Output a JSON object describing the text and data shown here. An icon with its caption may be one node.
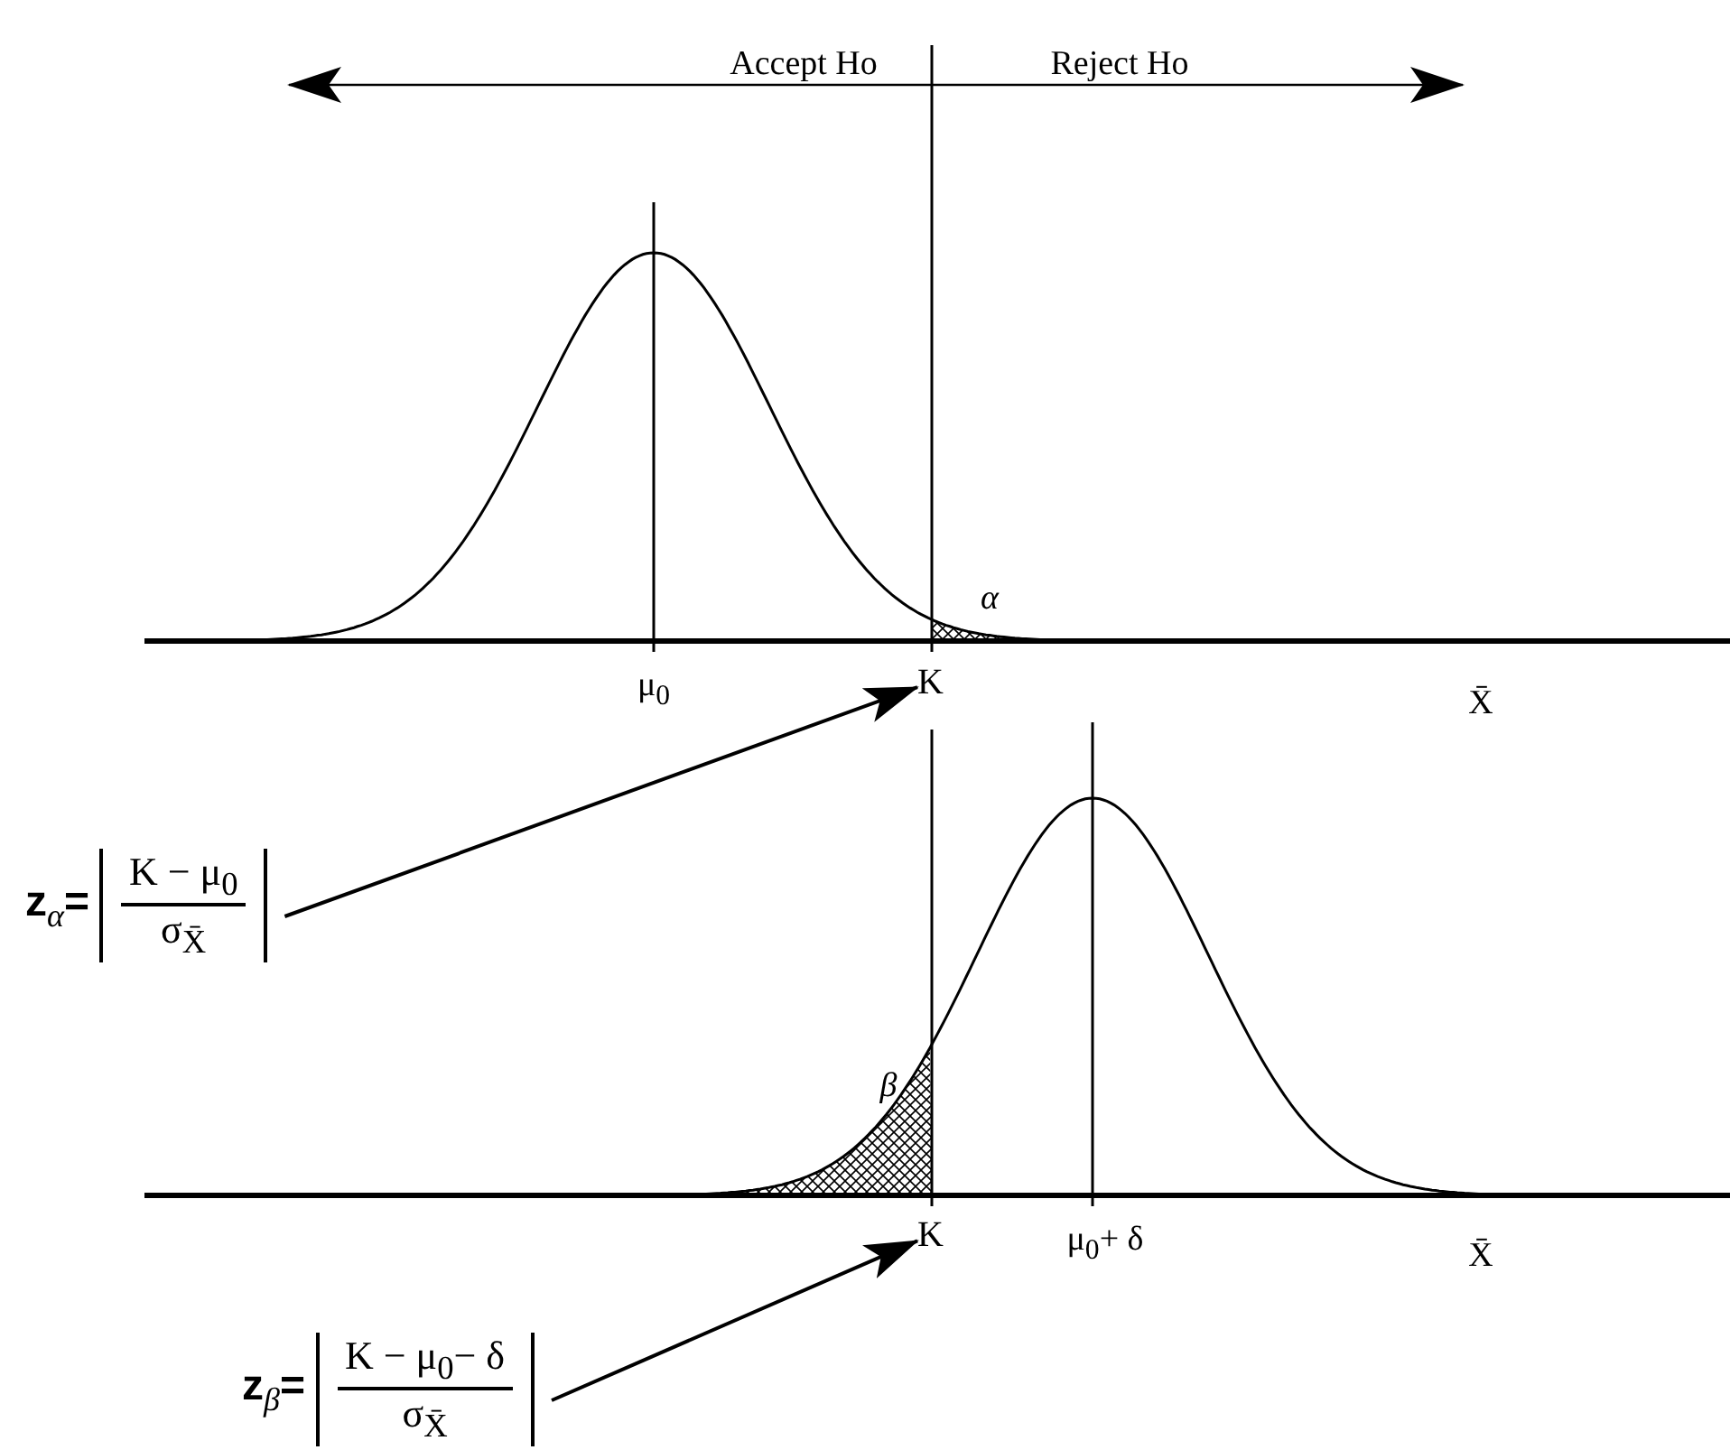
{
  "diagram": {
    "nodes": [
      {
        "text": [
          "z$_{α}$=",
          "K − μ$_{0}$",
          "σ$_{X̄}$"
        ]
      },
      {
        "text": [
          "K"
        ]
      },
      {
        "text": [
          "z$_{β}$=",
          "K − μ$_{0}$− δ",
          "σ$_{X̄}$"
        ]
      },
      {
        "text": [
          "K"
        ]
      }
    ],
    "edges": [
      {
        "from": 0,
        "to": 1,
        "arrow": "to"
      },
      {
        "from": 2,
        "to": 3,
        "arrow": "to"
      }
    ],
    "labels": [
      "Accept Ho",
      "Reject Ho",
      "α",
      "μ$_{0}$",
      "X̄",
      "β",
      "μ$_{0}$+ δ",
      "X̄"
    ]
  }
}
